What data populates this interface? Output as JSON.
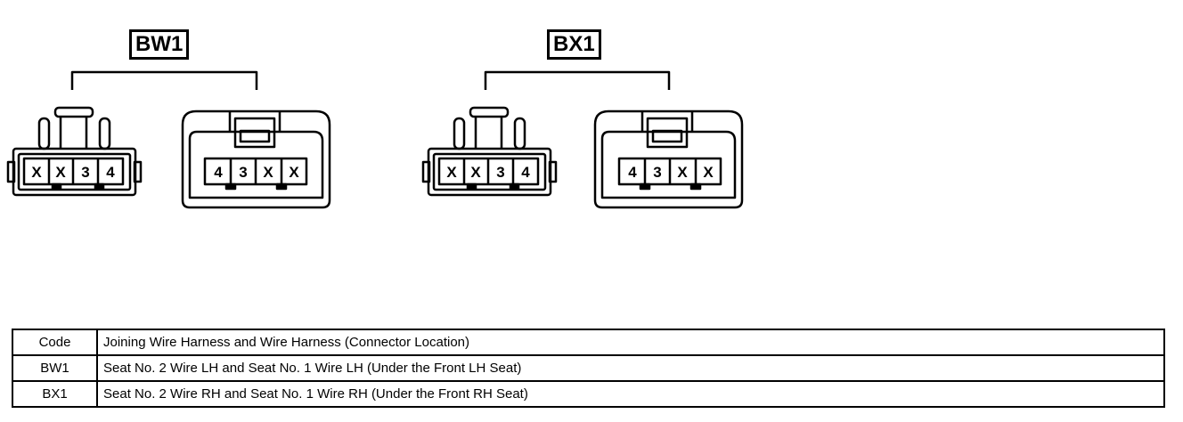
{
  "connector_groups": [
    {
      "code": "BW1",
      "male_pins": [
        "X",
        "X",
        "3",
        "4"
      ],
      "female_pins": [
        "4",
        "3",
        "X",
        "X"
      ]
    },
    {
      "code": "BX1",
      "male_pins": [
        "X",
        "X",
        "3",
        "4"
      ],
      "female_pins": [
        "4",
        "3",
        "X",
        "X"
      ]
    }
  ],
  "legend": {
    "header": {
      "code": "Code",
      "description": "Joining Wire Harness and Wire Harness (Connector Location)"
    },
    "rows": [
      {
        "code": "BW1",
        "description": "Seat No. 2 Wire LH and Seat No. 1 Wire LH (Under the Front LH Seat)"
      },
      {
        "code": "BX1",
        "description": "Seat No. 2 Wire RH and Seat No. 1 Wire RH (Under the Front RH Seat)"
      }
    ]
  }
}
